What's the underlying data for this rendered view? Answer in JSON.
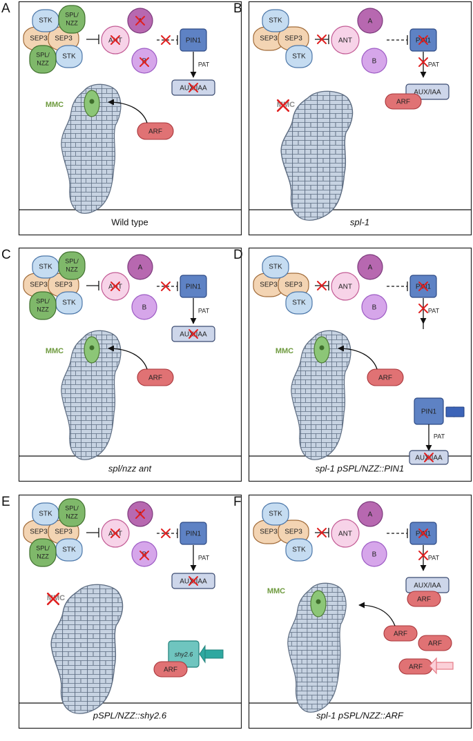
{
  "panels": [
    {
      "letter": "A",
      "caption": "Wild type",
      "italic": false,
      "mmc": "MMC"
    },
    {
      "letter": "B",
      "caption": "spl-1",
      "italic": true,
      "mmc": "MMC"
    },
    {
      "letter": "C",
      "caption": "spl/nzz ant",
      "italic": true,
      "mmc": "MMC"
    },
    {
      "letter": "D",
      "caption": "spl-1 pSPL/NZZ::PIN1",
      "italic": true,
      "mmc": "MMC"
    },
    {
      "letter": "E",
      "caption": "pSPL/NZZ::shy2.6",
      "italic": true,
      "mmc": "MMC"
    },
    {
      "letter": "F",
      "caption": "spl-1 pSPL/NZZ::ARF",
      "italic": true,
      "mmc": "MMC"
    }
  ],
  "labels": {
    "stk": "STK",
    "sep3": "SEP3",
    "spl_nzz_1": "SPL/",
    "spl_nzz_2": "NZZ",
    "ant": "ANT",
    "a": "A",
    "b": "B",
    "pin1": "PIN1",
    "pat": "PAT",
    "aux_iaa": "AUX/IAA",
    "arf": "ARF",
    "shy26": "shy2.6"
  },
  "colors": {
    "sep3": "#f3d4b3",
    "stk": "#c5dcf1",
    "spl_nzz": "#7fb86a",
    "ant": "#f7d3e8",
    "a": "#b768b0",
    "b": "#d6a6ea",
    "pin1": "#5e82c4",
    "aux_iaa": "#cdd6ea",
    "arf": "#e07274",
    "ovule": "#c7d3e2",
    "mmc": "#8cc677",
    "cross": "#e02020",
    "shy26": "#6fc5bf",
    "pin1_arrow": "#3c64b8",
    "shy26_arrow": "#2fa8a0",
    "arf_arrow": "#e67a86"
  }
}
